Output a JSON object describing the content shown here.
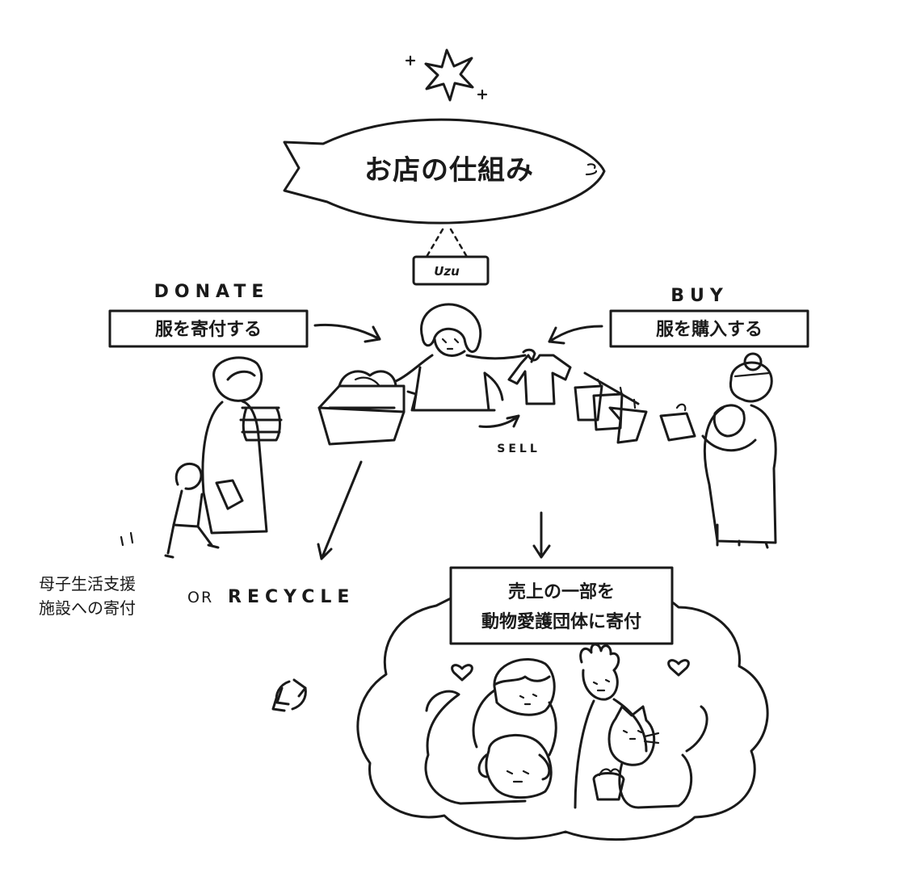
{
  "title": "お店の仕組み",
  "shop_sign": "Uzu",
  "donate": {
    "heading": "DONATE",
    "label": "服を寄付する"
  },
  "buy": {
    "heading": "BUY",
    "label": "服を購入する"
  },
  "sell_label": "SELL",
  "outcomes": {
    "facility_line1": "母子生活支援",
    "facility_line2": "施設への寄付",
    "or_label": "OR",
    "recycle_label": "RECYCLE"
  },
  "animal_donation": {
    "line1": "売上の一部を",
    "line2": "動物愛護団体に寄付"
  },
  "icons": [
    "sparkle-icon",
    "recycle-icon",
    "heart-icon"
  ],
  "colors": {
    "ink": "#1a1a1a",
    "paper": "#ffffff"
  }
}
